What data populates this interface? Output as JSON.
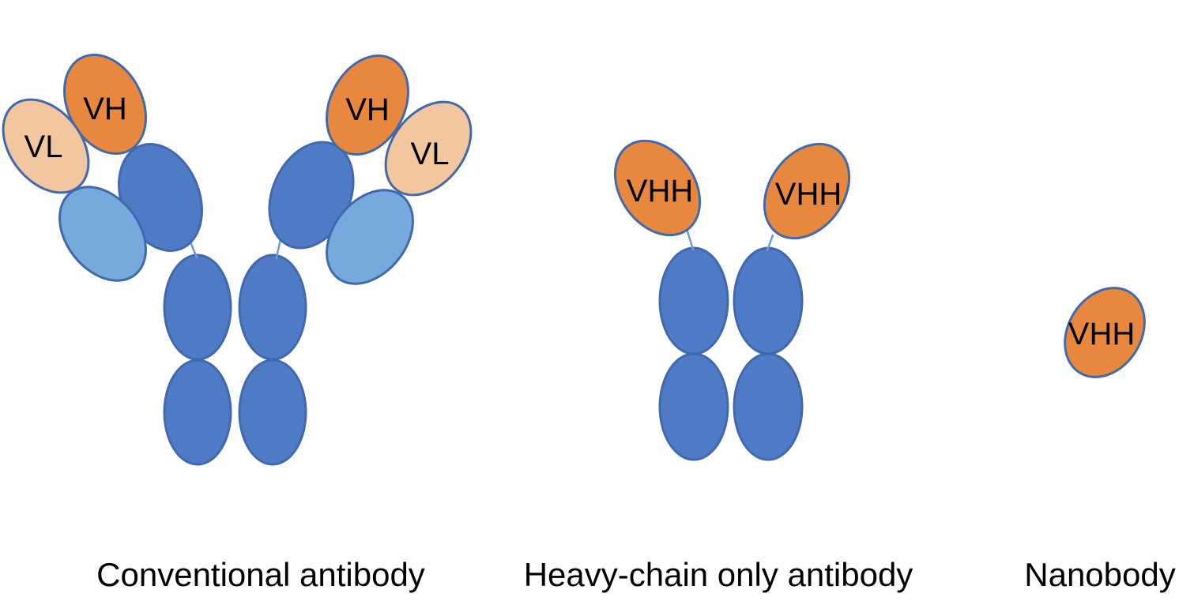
{
  "colors": {
    "background": "#FFFFFF",
    "orange": "#E8883E",
    "peach": "#F2C69F",
    "blue": "#4F7AC5",
    "light_blue": "#77A9DC",
    "outline": "#4169AE",
    "connector": "#6C9BD8",
    "label_text": "#000000"
  },
  "conventional": {
    "caption": "Conventional antibody",
    "labels": {
      "vl_left": "VL",
      "vh_left": "VH",
      "vh_right": "VH",
      "vl_right": "VL"
    }
  },
  "heavy_chain_only": {
    "caption": "Heavy-chain only antibody",
    "labels": {
      "vhh_left": "VHH",
      "vhh_right": "VHH"
    }
  },
  "nanobody": {
    "caption": "Nanobody",
    "labels": {
      "vhh": "VHH"
    }
  }
}
